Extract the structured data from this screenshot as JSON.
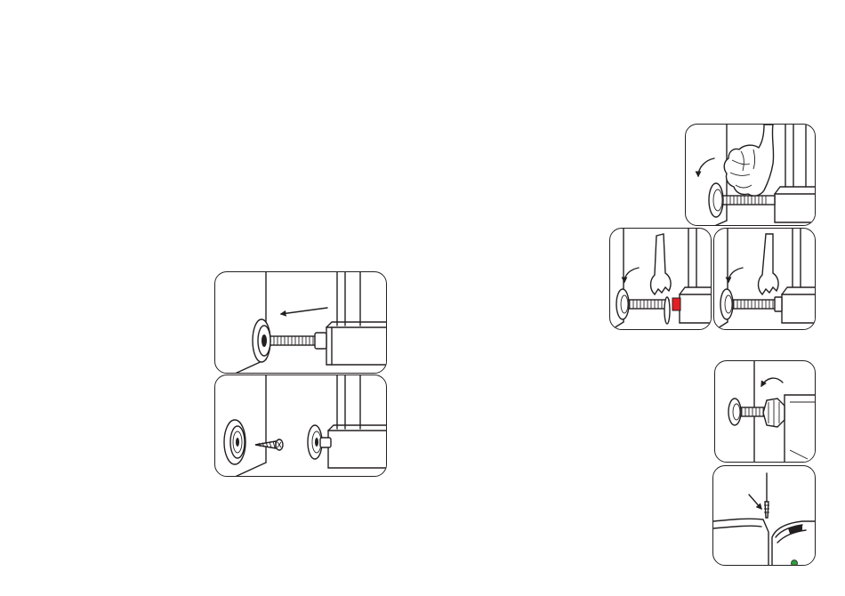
{
  "colors": {
    "ink": "#231f20",
    "background": "#ffffff",
    "highlight_red": "#e31e24",
    "indicator_green": "#2e9b3e"
  },
  "panels": [
    {
      "id": "left-top",
      "depicts": "bumper-pulled-outward",
      "arrow": "left-arrow-icon"
    },
    {
      "id": "left-bottom",
      "depicts": "wall-cup-screw-mounting",
      "icons": [
        "wall-cup-icon",
        "screw-icon",
        "bumper-icon"
      ]
    },
    {
      "id": "hand",
      "depicts": "hand-turning-spindle",
      "arrow": "counterclockwise-arrow-icon"
    },
    {
      "id": "wrench-a",
      "depicts": "wrench-tightening-locknut",
      "arrow": "counterclockwise-arrow-icon"
    },
    {
      "id": "wrench-b",
      "depicts": "wrench-tightening-spindle",
      "arrow": "counterclockwise-arrow-icon"
    },
    {
      "id": "nut",
      "depicts": "hand-nut-tightening",
      "arrow": "counterclockwise-arrow-icon"
    },
    {
      "id": "nail",
      "depicts": "pin-inserted-in-gap",
      "arrow": "diagonal-arrow-icon"
    }
  ]
}
